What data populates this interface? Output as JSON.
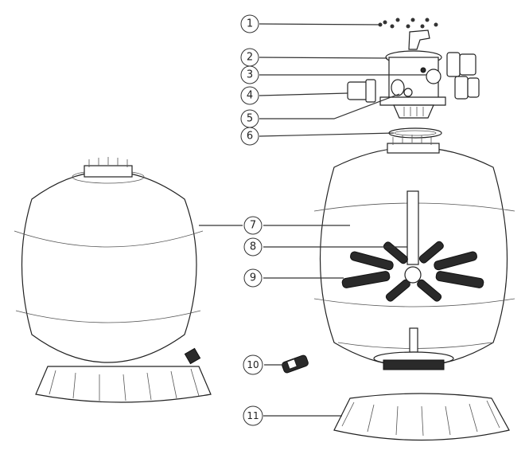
{
  "diagram": {
    "type": "exploded-view",
    "callouts": [
      "1",
      "2",
      "3",
      "4",
      "5",
      "6",
      "7",
      "8",
      "9",
      "10",
      "11"
    ],
    "colors": {
      "line": "#333333",
      "background": "#ffffff"
    }
  }
}
